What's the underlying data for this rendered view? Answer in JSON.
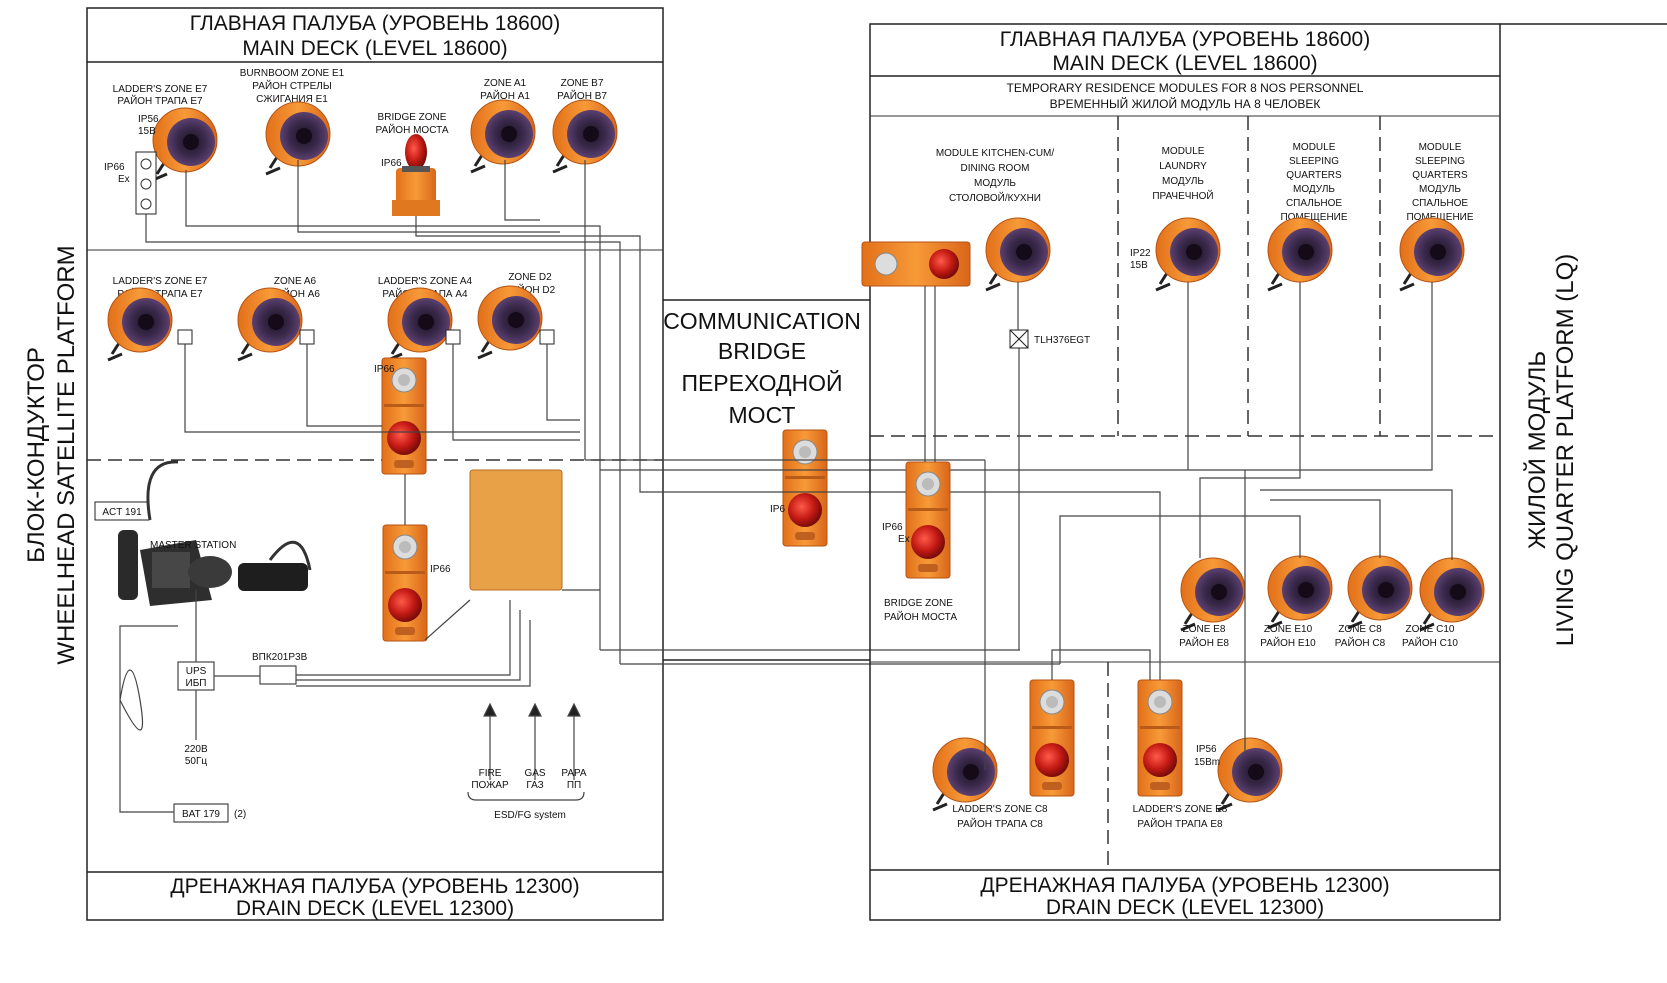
{
  "left": {
    "title_ru": "ГЛАВНАЯ ПАЛУБА (УРОВЕНЬ 18600)",
    "title_en": "MAIN DECK (LEVEL 18600)",
    "bottom_ru": "ДРЕНАЖНАЯ ПАЛУБА (УРОВЕНЬ 12300)",
    "bottom_en": "DRAIN DECK (LEVEL 12300)",
    "side_ru": "БЛОК-КОНДУКТОР",
    "side_en": "WHEELHEAD SATELLITE  PLATFORM",
    "top_zones": [
      {
        "l1": "LADDER'S ZONE E7",
        "l2": "РАЙОН ТРАПА E7"
      },
      {
        "l1": "BURNBOOM ZONE E1",
        "l2": "РАЙОН СТРЕЛЫ",
        "l3": "СЖИГАНИЯ E1"
      },
      {
        "l1": "BRIDGE ZONE",
        "l2": "РАЙОН МОСТА"
      },
      {
        "l1": "ZONE A1",
        "l2": "РАЙОН A1"
      },
      {
        "l1": "ZONE B7",
        "l2": "РАЙОН B7"
      }
    ],
    "mid_zones": [
      {
        "l1": "LADDER'S ZONE E7",
        "l2": "РАЙОН ТРАПА E7"
      },
      {
        "l1": "ZONE A6",
        "l2": "РАЙОН A6"
      },
      {
        "l1": "LADDER'S ZONE A4",
        "l2": "РАЙОН ТРАПА A4"
      },
      {
        "l1": "ZONE D2",
        "l2": "РАЙОН D2"
      }
    ],
    "ip_labels": [
      "IP66",
      "Ex",
      "IP56",
      "15B",
      "IP66",
      "IP66"
    ],
    "act": "ACT 191",
    "master": "MASTER STATION",
    "ups_1": "UPS",
    "ups_2": "ИБП",
    "bpk": "BПК201P3B",
    "power_1": "220В",
    "power_2": "50Гц",
    "bat": "BAT 179",
    "bat_qty": "(2)",
    "esd": [
      {
        "l1": "FIRE",
        "l2": "ПОЖАР"
      },
      {
        "l1": "GAS",
        "l2": "ГАЗ"
      },
      {
        "l1": "PAPA",
        "l2": "ПП"
      }
    ],
    "esd_caption": "ESD/FG system"
  },
  "bridge": {
    "l1": "COMMUNICATION",
    "l2": "BRIDGE",
    "l3": "ПЕРЕХОДНОЙ",
    "l4": "МОСТ",
    "ip": "IP6"
  },
  "right": {
    "title_ru": "ГЛАВНАЯ ПАЛУБА (УРОВЕНЬ 18600)",
    "title_en": "MAIN DECK (LEVEL 18600)",
    "temp_en": "TEMPORARY RESIDENCE MODULES FOR 8 NOS PERSONNEL",
    "temp_ru": "ВРЕМЕННЫЙ ЖИЛОЙ МОДУЛЬ НА 8 ЧЕЛОВЕК",
    "modules": [
      {
        "lines": [
          "MODULE KITCHEN-CUM/",
          "DINING ROOM",
          "МОДУЛЬ",
          "СТОЛОВОЙ/КУХНИ"
        ]
      },
      {
        "lines": [
          "MODULE",
          "LAUNDRY",
          "МОДУЛЬ",
          "ПРАЧЕЧНОЙ"
        ]
      },
      {
        "lines": [
          "MODULE",
          "SLEEPING",
          "QUARTERS",
          "МОДУЛЬ",
          "СПАЛЬНОЕ",
          "ПОМЕЩЕНИЕ"
        ]
      },
      {
        "lines": [
          "MODULE",
          "SLEEPING",
          "QUARTERS",
          "МОДУЛЬ",
          "СПАЛЬНОЕ",
          "ПОМЕЩЕНИЕ"
        ]
      }
    ],
    "tlh": "TLH376EGT",
    "ip22": "IP22",
    "ip_15b": "15B",
    "bridge_zone_1": "BRIDGE ZONE",
    "bridge_zone_2": "РАЙОН МОСТА",
    "lower_zones": [
      {
        "l1": "ZONE E8",
        "l2": "РАЙОН E8"
      },
      {
        "l1": "ZONE E10",
        "l2": "РАЙОН E10"
      },
      {
        "l1": "ZONE C8",
        "l2": "РАЙОН C8"
      },
      {
        "l1": "ZONE C10",
        "l2": "РАЙОН C10"
      }
    ],
    "ladder_c8_1": "LADDER'S ZONE C8",
    "ladder_c8_2": "РАЙОН ТРАПА C8",
    "ladder_e8_1": "LADDER'S ZONE E8",
    "ladder_e8_2": "РАЙОН ТРАПА E8",
    "ip56": "IP56",
    "ip56b": "15Bm",
    "ip66": "IP66",
    "ex": "Ex",
    "bottom_ru": "ДРЕНАЖНАЯ ПАЛУБА (УРОВЕНЬ 12300)",
    "bottom_en": "DRAIN DECK (LEVEL 12300)",
    "side_ru": "ЖИЛОЙ МОДУЛЬ",
    "side_en": "LIVING QUARTER PLATFORM (LQ)"
  },
  "colors": {
    "device_orange": "#f08a24",
    "device_dark": "#3a2848",
    "beacon_red": "#c0201a",
    "panel_tan": "#e8a04a"
  }
}
